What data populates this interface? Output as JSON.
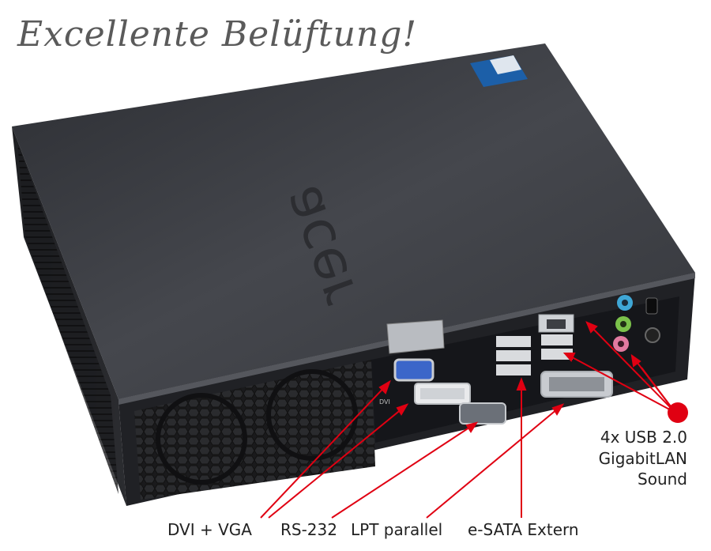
{
  "headline": "Excellente Belüftung!",
  "logo_text": "acer",
  "callouts": {
    "right": [
      "4x USB 2.0",
      "GigabitLAN",
      "Sound"
    ],
    "bottom": {
      "dvi_vga": "DVI + VGA",
      "rs232": "RS-232",
      "lpt": "LPT parallel",
      "esata": "e-SATA Extern"
    }
  },
  "port_markings": {
    "dvi": "DVI"
  },
  "colors": {
    "annotation": "#e00012",
    "chassis": "#3b3d42",
    "background": "#ffffff"
  }
}
